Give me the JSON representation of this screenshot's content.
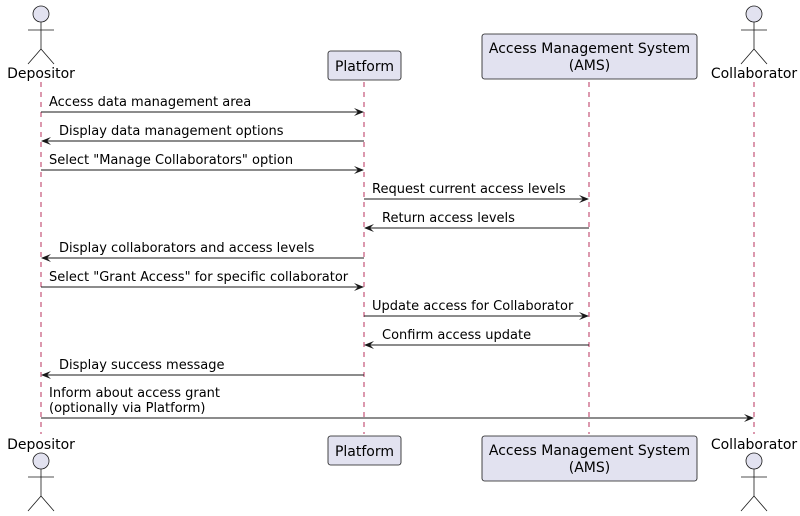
{
  "participants": [
    {
      "id": "depositor",
      "kind": "actor",
      "label": "Depositor"
    },
    {
      "id": "platform",
      "kind": "participant",
      "label": "Platform"
    },
    {
      "id": "ams",
      "kind": "participant",
      "label_lines": [
        "Access Management System",
        "(AMS)"
      ]
    },
    {
      "id": "collaborator",
      "kind": "actor",
      "label": "Collaborator"
    }
  ],
  "messages": [
    {
      "from": "depositor",
      "to": "platform",
      "lines": [
        "Access data management area"
      ]
    },
    {
      "from": "platform",
      "to": "depositor",
      "lines": [
        "Display data management options"
      ]
    },
    {
      "from": "depositor",
      "to": "platform",
      "lines": [
        "Select \"Manage Collaborators\" option"
      ]
    },
    {
      "from": "platform",
      "to": "ams",
      "lines": [
        "Request current access levels"
      ]
    },
    {
      "from": "ams",
      "to": "platform",
      "lines": [
        "Return access levels"
      ]
    },
    {
      "from": "platform",
      "to": "depositor",
      "lines": [
        "Display collaborators and access levels"
      ]
    },
    {
      "from": "depositor",
      "to": "platform",
      "lines": [
        "Select \"Grant Access\" for specific collaborator"
      ]
    },
    {
      "from": "platform",
      "to": "ams",
      "lines": [
        "Update access for Collaborator"
      ]
    },
    {
      "from": "ams",
      "to": "platform",
      "lines": [
        "Confirm access update"
      ]
    },
    {
      "from": "platform",
      "to": "depositor",
      "lines": [
        "Display success message"
      ]
    },
    {
      "from": "depositor",
      "to": "collaborator",
      "lines": [
        "Inform about access grant",
        "(optionally via Platform)"
      ]
    }
  ],
  "colors": {
    "participant_fill": "#e2e2f0",
    "lifeline": "#a80036",
    "line": "#181818"
  }
}
